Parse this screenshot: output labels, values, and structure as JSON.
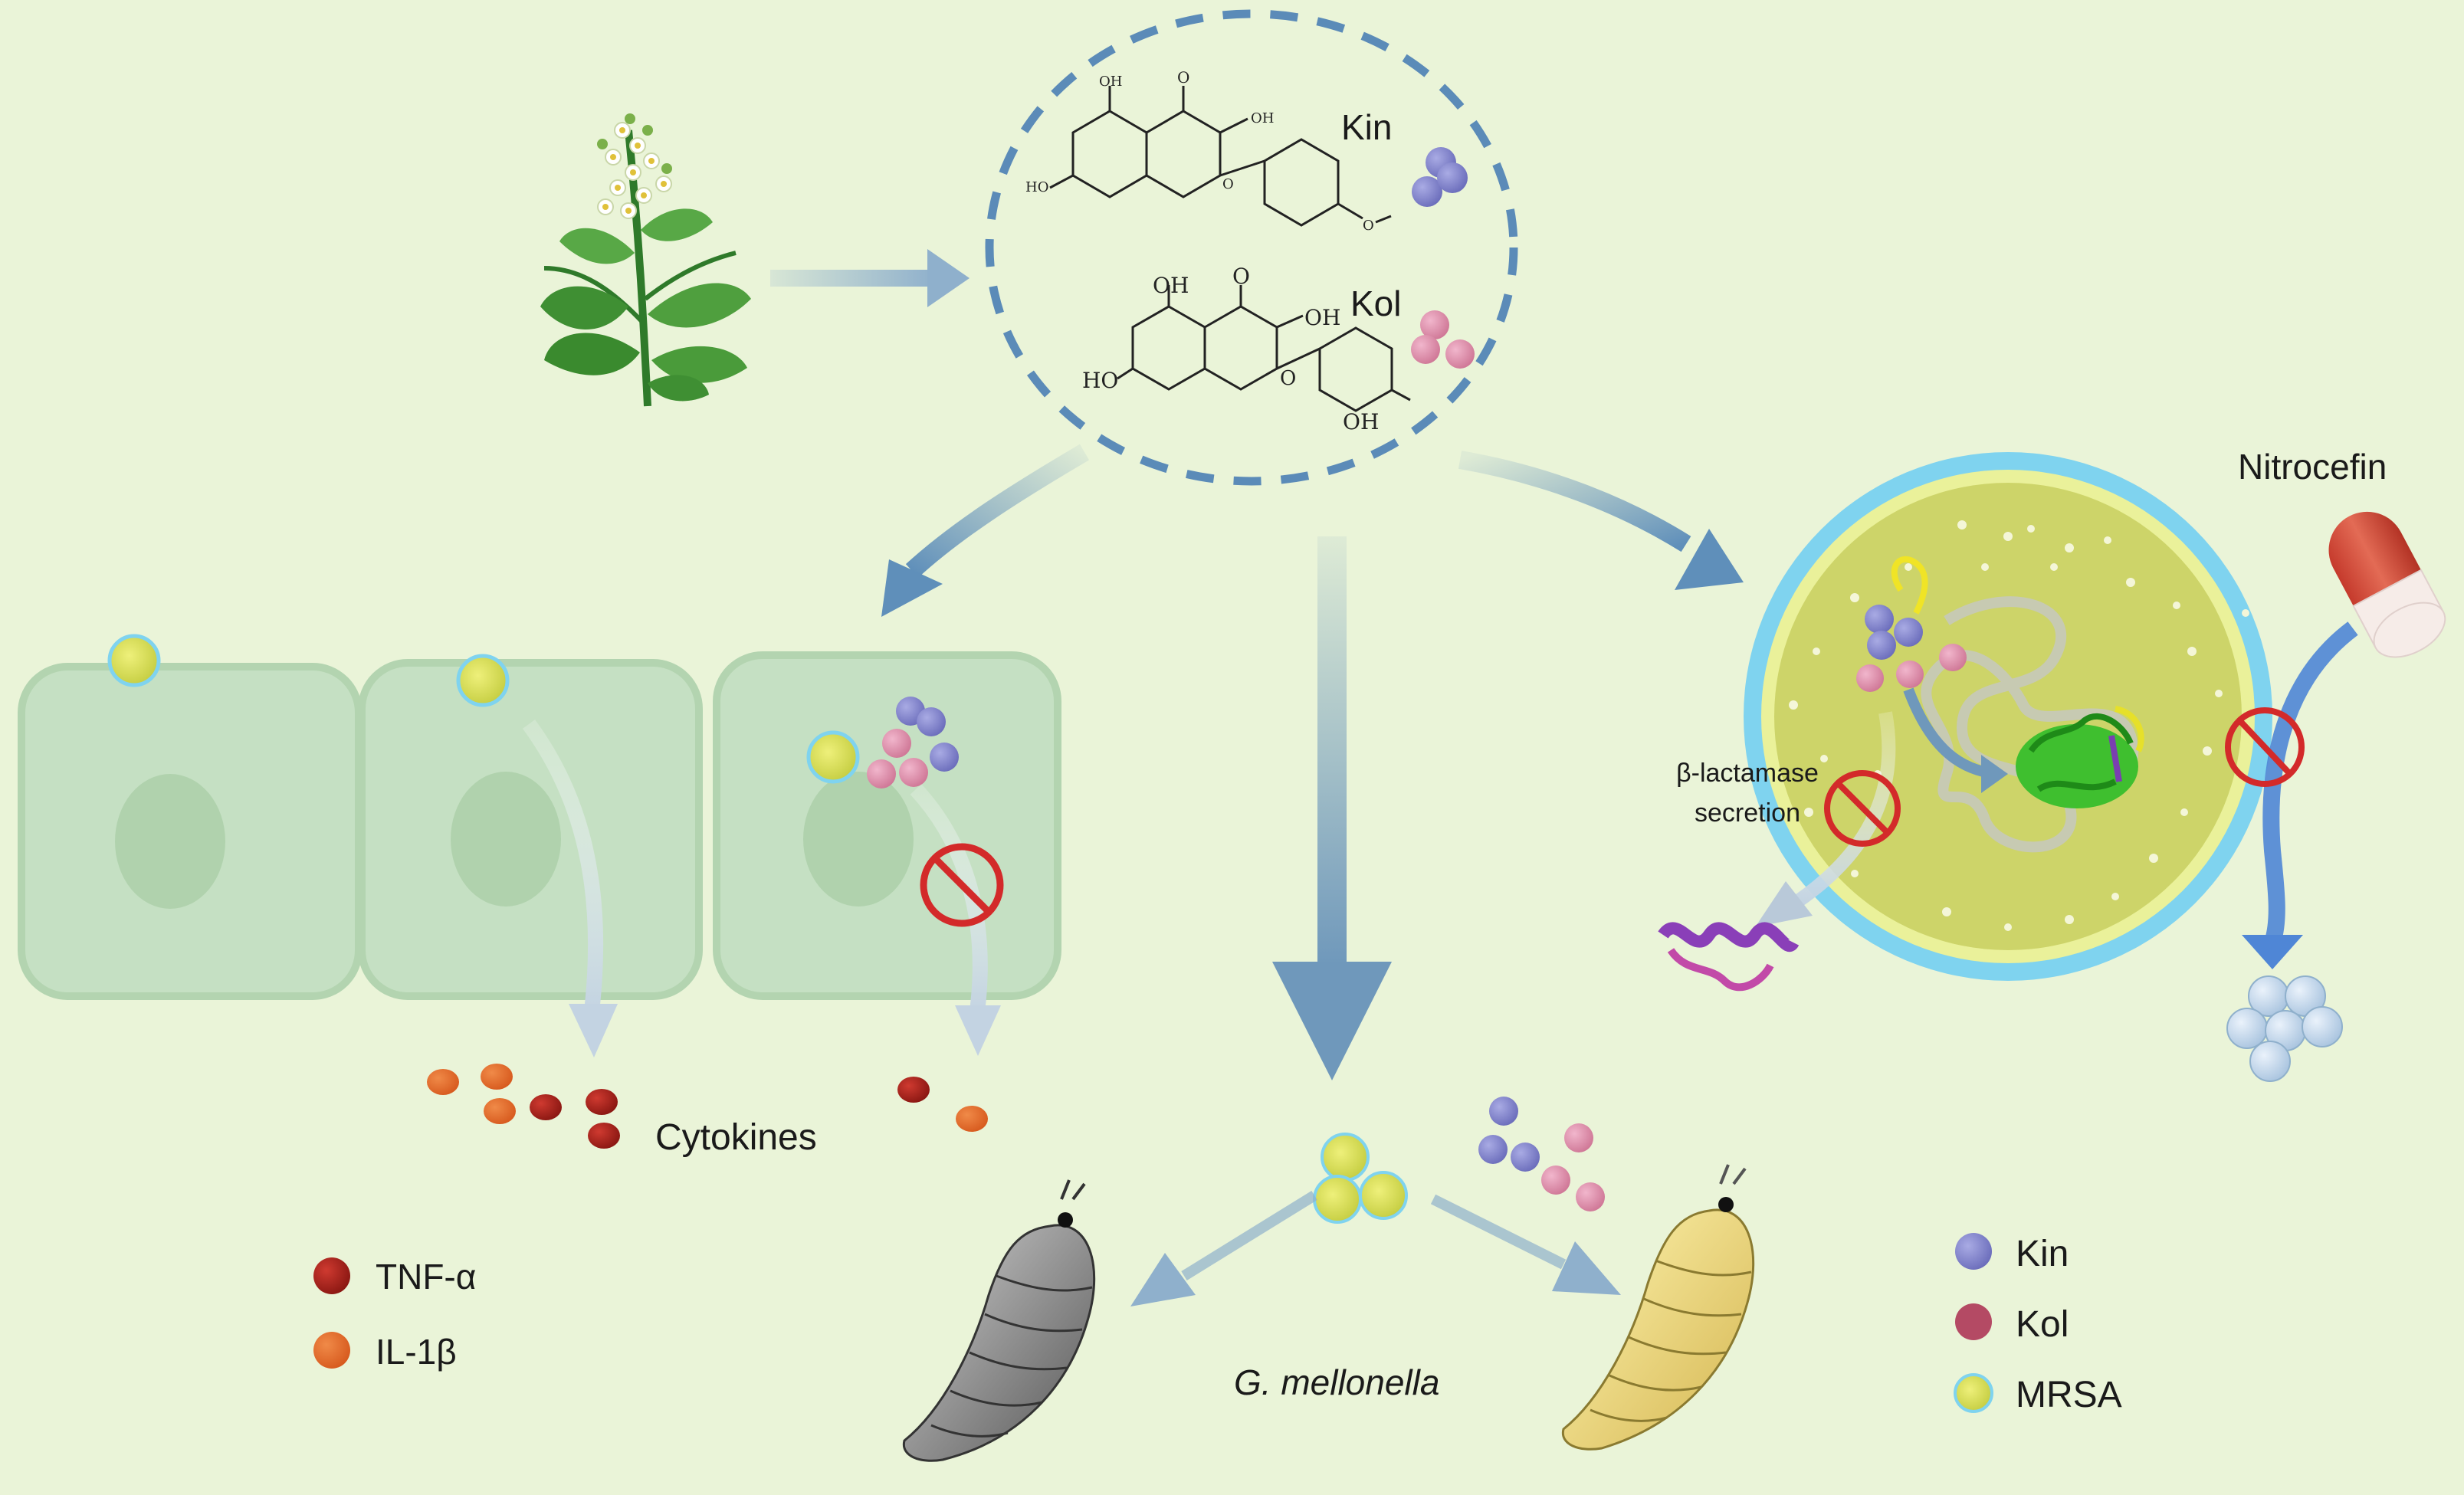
{
  "compounds": {
    "kin": {
      "label": "Kin",
      "substituents": [
        "OH",
        "O",
        "OH",
        "HO",
        "O",
        "O"
      ]
    },
    "kol": {
      "label": "Kol",
      "substituents": [
        "OH",
        "O",
        "OH",
        "HO",
        "O",
        "OH"
      ]
    }
  },
  "bacterium": {
    "nitrocefin_label": "Nitrocefin",
    "beta_lactamase_label_line1": "β-lactamase",
    "beta_lactamase_label_line2": "secretion"
  },
  "cells": {
    "cytokines_label": "Cytokines"
  },
  "model": {
    "organism_label": "G. mellonella"
  },
  "cytokine_legend": [
    {
      "label": "TNF-α",
      "color": "#a8231c"
    },
    {
      "label": "IL-1β",
      "color": "#e46a2a"
    }
  ],
  "legend": [
    {
      "label": "Kin",
      "color": "#8a8ad0"
    },
    {
      "label": "Kol",
      "color": "#b44a64"
    },
    {
      "label": "MRSA",
      "color": "#d6e15a"
    }
  ],
  "colors": {
    "background": "#eaf4d8",
    "arrow": "#6f98bb",
    "kin_particle": "#8486cc",
    "kol_particle": "#dd8fae",
    "tnf": "#a8231c",
    "il1b": "#e46a2a",
    "mrsa": "#d6e15a",
    "inhibit": "#d32a2a",
    "cell_fill": "#c5e0c3",
    "bacterium_wall": "#7fd3ef",
    "bacterium_cytoplasm": "#cdd469"
  }
}
